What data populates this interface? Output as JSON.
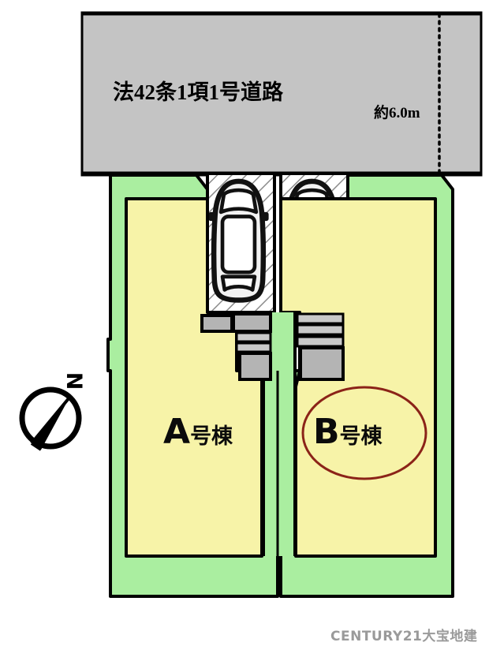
{
  "diagram": {
    "type": "site-plan",
    "title_visible": false,
    "road": {
      "label": "法42条1項1号道路",
      "width_label": "約6.0m",
      "fill_color": "#c4c4c4",
      "stroke_color": "#000000",
      "dimension_line_style": "dotted"
    },
    "lots": [
      {
        "id": "A",
        "label_main": "A",
        "label_suffix": "号棟",
        "land_color": "#aaeea0",
        "building_color": "#f7f3a8",
        "highlighted": false
      },
      {
        "id": "B",
        "label_main": "B",
        "label_suffix": "号棟",
        "land_color": "#aaeea0",
        "building_color": "#f7f3a8",
        "highlighted": true,
        "highlight_shape": "ellipse",
        "highlight_color": "#8b2318"
      }
    ],
    "parking": {
      "count": 2,
      "fill_color": "#ffffff",
      "hatch_color": "#8a8a8a",
      "car_body_color": "#f2f2f2",
      "car_outline_color": "#111111"
    },
    "entrance_steps": {
      "fill_color": "#b4b4b4",
      "stroke_color": "#000000"
    },
    "compass": {
      "label": "N",
      "needle_color": "#000000",
      "ring_color": "#000000"
    },
    "watermark": {
      "text": "CENTURY21大宝地建",
      "color": "#9a9a9a"
    },
    "colors": {
      "outline": "#000000",
      "background": "#ffffff"
    }
  }
}
